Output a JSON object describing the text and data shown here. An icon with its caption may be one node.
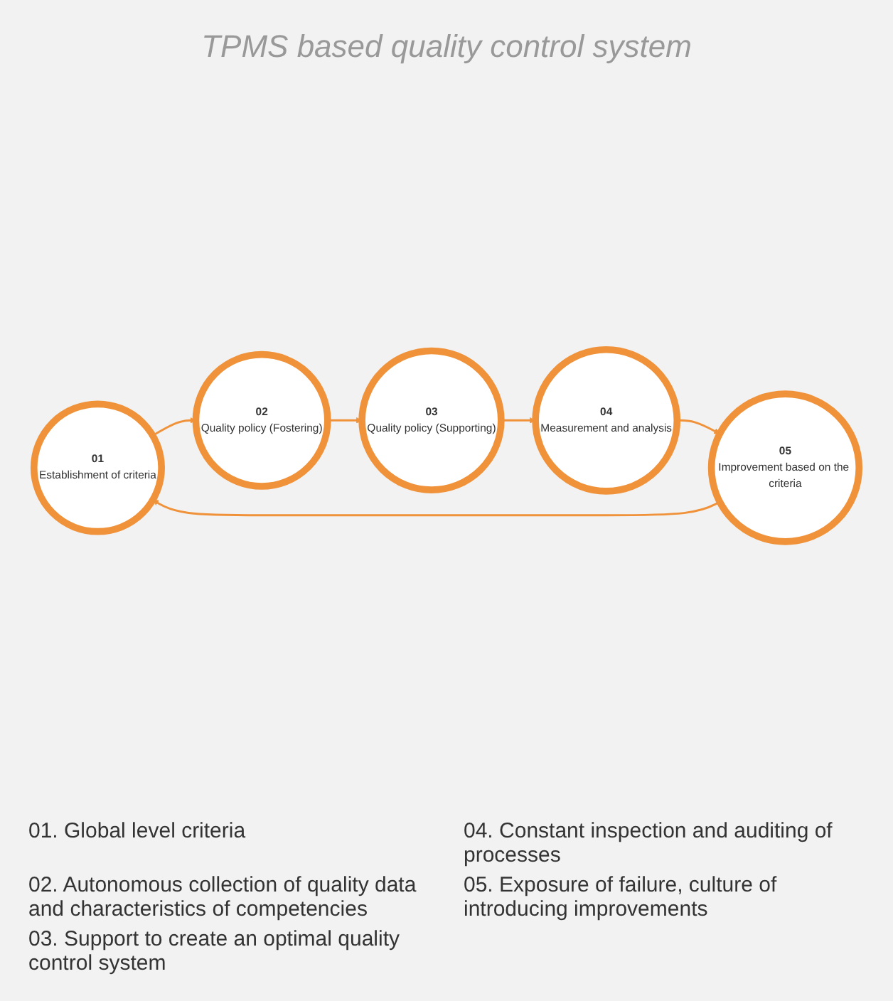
{
  "diagram": {
    "nodes": [
      {
        "text": [
          "01",
          "Establishment of criteria"
        ]
      },
      {
        "text": [
          "02",
          "Quality policy (Fostering)"
        ]
      },
      {
        "text": [
          "03",
          "Quality policy (Supporting)"
        ]
      },
      {
        "text": [
          "04",
          "Measurement and analysis"
        ]
      },
      {
        "text": [
          "05",
          "Improvement based on the criteria"
        ]
      }
    ],
    "edges": [
      {
        "from": 0,
        "to": 1,
        "arrow": "to"
      },
      {
        "from": 1,
        "to": 2,
        "arrow": "to"
      },
      {
        "from": 2,
        "to": 3,
        "arrow": "to"
      },
      {
        "from": 3,
        "to": 4,
        "arrow": "to"
      },
      {
        "from": 4,
        "to": 0,
        "arrow": "to"
      }
    ],
    "labels": [
      "TPMS based quality control system",
      "01. Global level criteria",
      "02. Autonomous collection of quality data and characteristics of competencies",
      "03. Support to create an optimal quality control system",
      "04. Constant inspection and auditing of processes",
      "05. Exposure of failure, culture of introducing improvements"
    ]
  }
}
